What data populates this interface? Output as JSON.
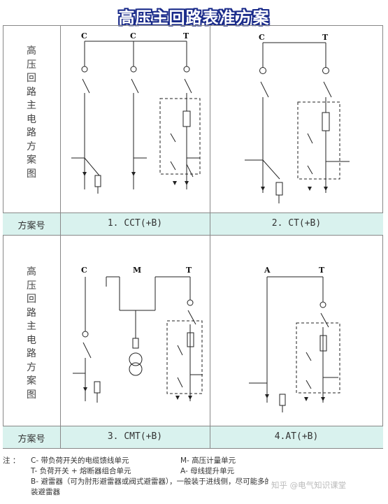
{
  "title": "高压主回路表准方案",
  "row_label": "高压回路主电路方案图",
  "scheme_label": "方案号",
  "schemes": [
    {
      "id": "1. CCT(+B)",
      "terminals": [
        "C",
        "C",
        "T"
      ]
    },
    {
      "id": "2. CT(+B)",
      "terminals": [
        "C",
        "T"
      ]
    },
    {
      "id": "3. CMT(+B)",
      "terminals": [
        "C",
        "M",
        "T"
      ]
    },
    {
      "id": "4.AT(+B)",
      "terminals": [
        "A",
        "T"
      ]
    }
  ],
  "notes": {
    "prefix": "注 ：",
    "c": "C- 带负荷开关的电缆馈线单元",
    "m": "M- 高压计量单元",
    "t": "T- 负荷开关 + 熔断器组合单元",
    "a": "A- 母线提升单元",
    "b": "B- 避雷器（可为肘形避雷器或阀式避雷器），一般装于进线侧，尽可能多的装避雷器",
    "b2": "装避雷器"
  },
  "watermark": "知乎 @电气知识课堂",
  "colors": {
    "band": "#d9f2ee",
    "title_stroke": "#1a2b8a",
    "line": "#222222",
    "grid": "#888888"
  }
}
